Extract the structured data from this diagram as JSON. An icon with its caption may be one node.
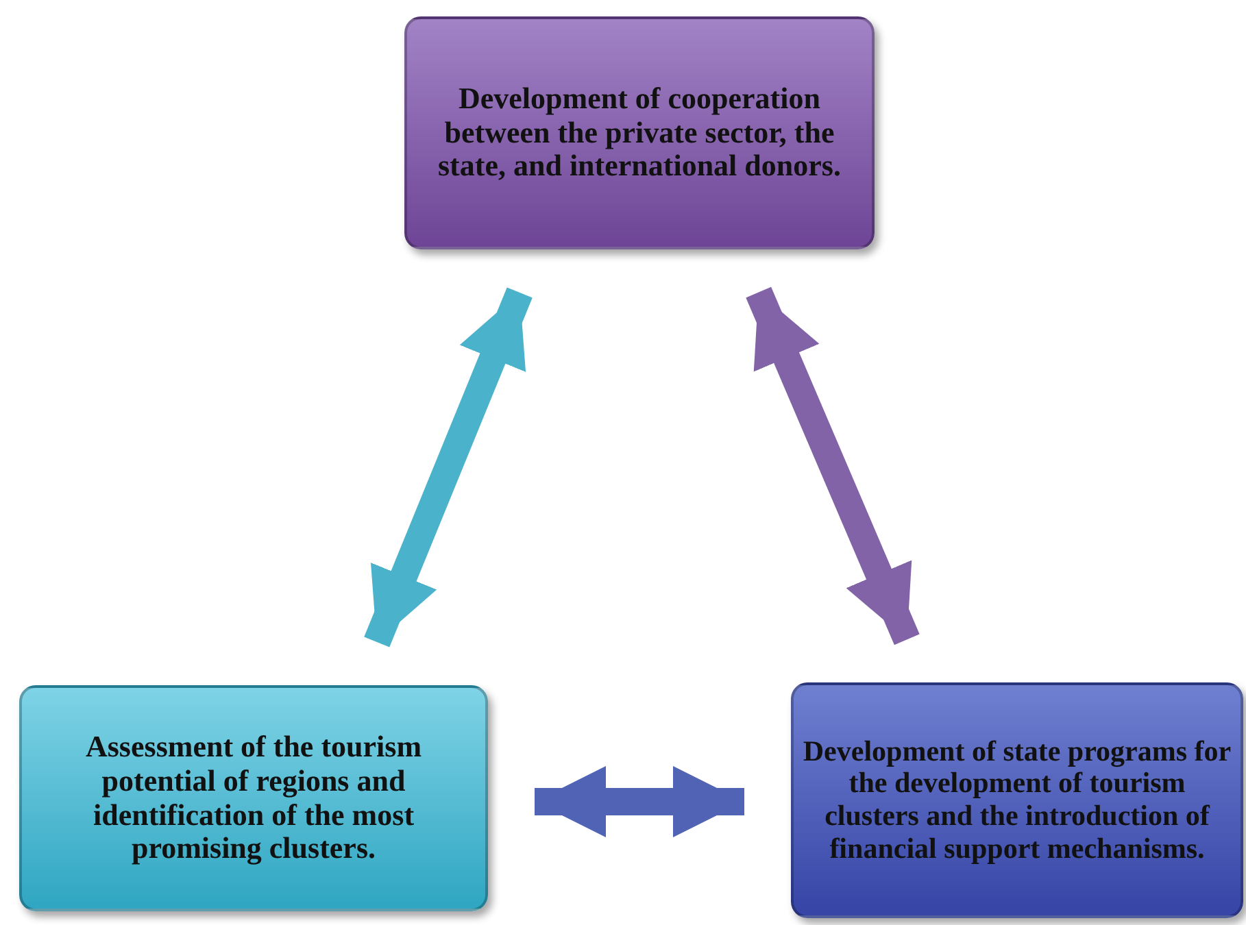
{
  "diagram": {
    "nodes": [
      {
        "text": [
          "Development of cooperation between the private sector, the state, and international donors."
        ]
      },
      {
        "text": [
          "Assessment of the tourism potential of regions and identification of the most promising clusters."
        ]
      },
      {
        "text": [
          "Development of state programs for the development of tourism clusters and the introduction of financial support mechanisms."
        ]
      }
    ],
    "edges": [
      {
        "from": 1,
        "to": 0,
        "arrow": "both",
        "color": "#4ab3cb"
      },
      {
        "from": 0,
        "to": 2,
        "arrow": "both",
        "color": "#8263a8"
      },
      {
        "from": 1,
        "to": 2,
        "arrow": "both",
        "color": "#5163b5"
      }
    ]
  }
}
